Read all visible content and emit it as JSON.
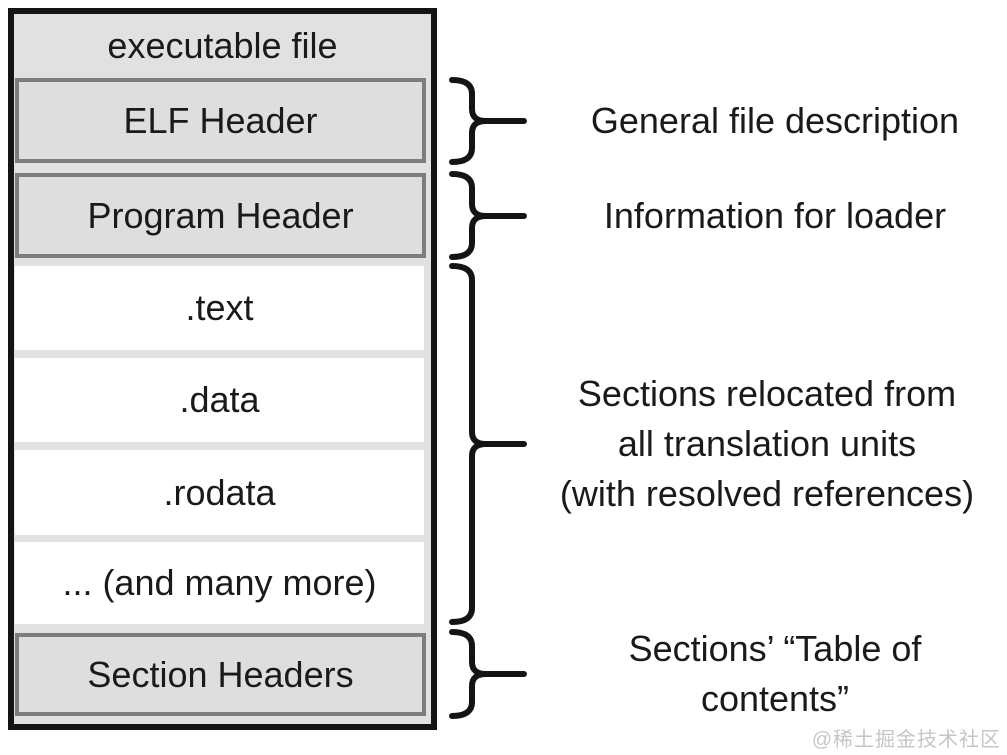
{
  "diagram": {
    "title": "executable file",
    "file_box": {
      "segments": [
        {
          "id": "elf-header",
          "label": "ELF Header",
          "style": "header"
        },
        {
          "id": "program-header",
          "label": "Program Header",
          "style": "header"
        },
        {
          "id": "text-section",
          "label": ".text",
          "style": "section"
        },
        {
          "id": "data-section",
          "label": ".data",
          "style": "section"
        },
        {
          "id": "rodata-section",
          "label": ".rodata",
          "style": "section"
        },
        {
          "id": "more-sections",
          "label": "... (and many more)",
          "style": "section"
        },
        {
          "id": "section-headers",
          "label": "Section Headers",
          "style": "header"
        }
      ]
    },
    "annotations": [
      {
        "icon": "curly-brace-right-icon",
        "target": "elf-header",
        "lines": [
          "General file description"
        ]
      },
      {
        "icon": "curly-brace-right-icon",
        "target": "program-header",
        "lines": [
          "Information for loader"
        ]
      },
      {
        "icon": "curly-brace-right-icon",
        "target": "sections-group",
        "lines": [
          "Sections relocated from",
          "all translation units",
          "(with resolved references)"
        ]
      },
      {
        "icon": "curly-brace-right-icon",
        "target": "section-headers",
        "lines": [
          "Sections’ “Table of",
          "contents”"
        ]
      }
    ],
    "watermark": "@稀土掘金技术社区",
    "colors": {
      "page_background": "#ffffff",
      "outer_border": "#141414",
      "outer_fill": "#e1e1e1",
      "header_border": "#7d7d7d",
      "header_fill": "#dedede",
      "section_fill": "#ffffff",
      "text": "#1a1a1a",
      "brace": "#141414",
      "watermark": "#c6c6c6"
    }
  }
}
